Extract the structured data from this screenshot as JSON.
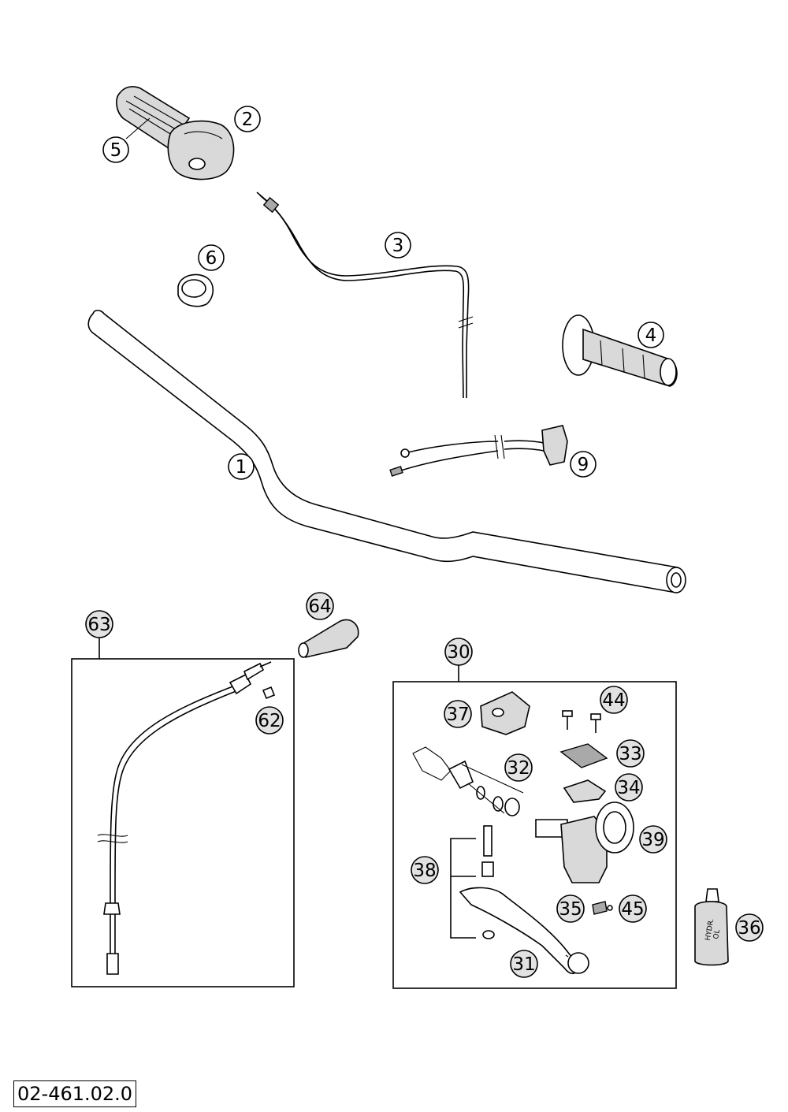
{
  "drawing_code": "02-461.02.0",
  "callouts": {
    "p1": "1",
    "p2": "2",
    "p3": "3",
    "p4": "4",
    "p5": "5",
    "p6": "6",
    "p9": "9",
    "p30": "30",
    "p31": "31",
    "p32": "32",
    "p33": "33",
    "p34": "34",
    "p35": "35",
    "p36": "36",
    "p37": "37",
    "p38": "38",
    "p39": "39",
    "p44": "44",
    "p45": "45",
    "p62": "62",
    "p63": "63",
    "p64": "64"
  },
  "bottle_label": [
    "HYDR.",
    "OL"
  ]
}
